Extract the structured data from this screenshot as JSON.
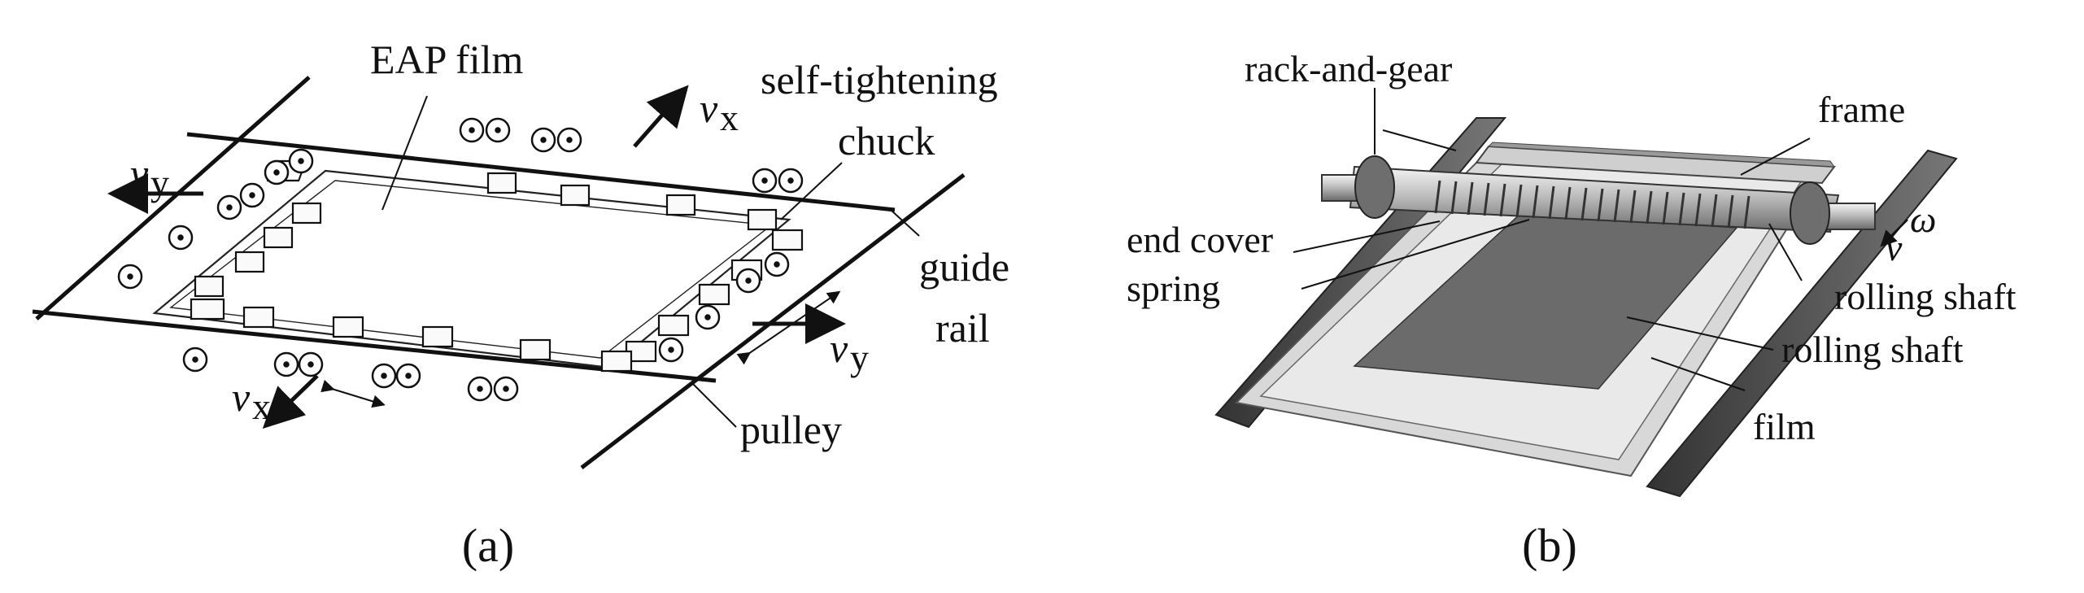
{
  "panel_a": {
    "labels": {
      "eap_film": "EAP film",
      "chuck_line1": "self-tightening",
      "chuck_line2": "chuck",
      "guide_line1": "guide",
      "guide_line2": "rail",
      "pulley": "pulley",
      "vx": "v",
      "vx_sub": "x",
      "vy": "v",
      "vy_sub": "y"
    },
    "caption": "(a)"
  },
  "panel_b": {
    "labels": {
      "rack_and_gear": "rack-and-gear",
      "frame": "frame",
      "end_cover": "end cover",
      "spring": "spring",
      "rolling_shaft_1": "rolling shaft",
      "rolling_shaft_2": "rolling shaft",
      "film": "film",
      "omega": "ω",
      "v": "v"
    },
    "caption": "(b)"
  }
}
